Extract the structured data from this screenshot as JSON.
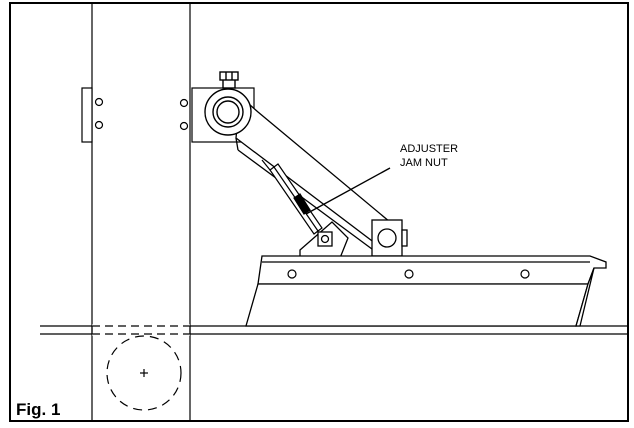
{
  "figure": {
    "label": "Fig. 1",
    "callout_line1": "ADJUSTER",
    "callout_line2": "JAM NUT"
  },
  "colors": {
    "line": "#000000",
    "background": "#ffffff"
  }
}
